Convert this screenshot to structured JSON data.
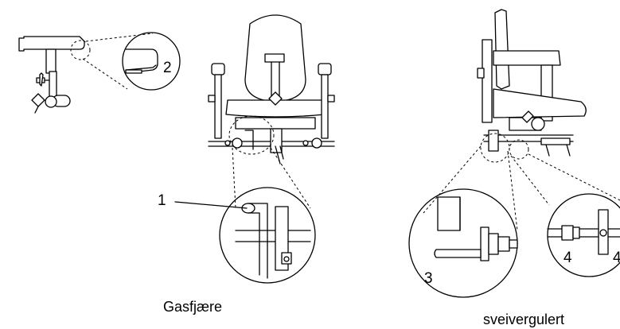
{
  "captions": {
    "left": "Gasfjære",
    "right": "sveivergulert"
  },
  "callouts": {
    "c1": "1",
    "c2": "2",
    "c3": "3",
    "c4a": "4",
    "c4b": "4"
  }
}
